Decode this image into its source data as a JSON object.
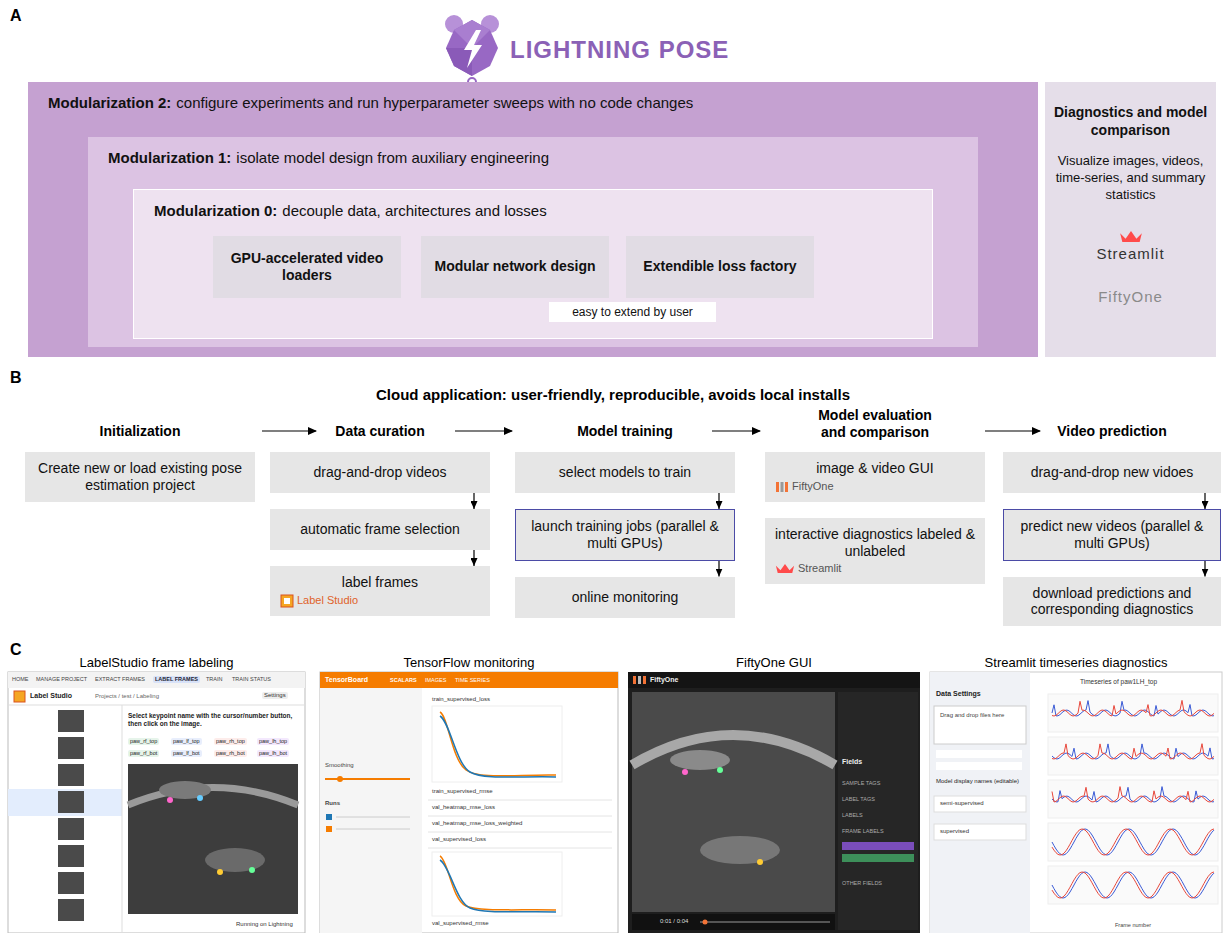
{
  "diagram": {
    "nodes": [
      {
        "text": [
          "Modularization 2:",
          "configure experiments and run hyperparameter sweeps with no code changes"
        ]
      },
      {
        "text": [
          "Modularization 1:",
          "isolate model design from auxiliary engineering"
        ],
        "in": 0
      },
      {
        "text": [
          "Modularization 0:",
          "decouple data, architectures and losses"
        ],
        "in": 1
      },
      {
        "text": [
          "GPU-accelerated video loaders"
        ],
        "in": 2
      },
      {
        "text": [
          "Modular network design"
        ],
        "in": 2
      },
      {
        "text": [
          "Extendible loss factory"
        ],
        "in": 2
      },
      {
        "text": [
          "easy to extend by user"
        ],
        "in": 2
      },
      {
        "text": [
          "Diagnostics and model comparison",
          "Visualize images, videos, time-series, and summary statistics",
          "Streamlit",
          "FiftyOne"
        ]
      },
      {
        "text": [
          "Create new or load existing pose estimation project"
        ]
      },
      {
        "text": [
          "drag-and-drop videos"
        ]
      },
      {
        "text": [
          "automatic frame selection"
        ]
      },
      {
        "text": [
          "label frames",
          "Label Studio"
        ]
      },
      {
        "text": [
          "select models to train"
        ]
      },
      {
        "text": [
          "launch training jobs (parallel & multi GPUs)"
        ]
      },
      {
        "text": [
          "online monitoring"
        ]
      },
      {
        "text": [
          "image & video GUI",
          "FiftyOne"
        ]
      },
      {
        "text": [
          "interactive diagnostics labeled & unlabeled",
          "Streamlit"
        ]
      },
      {
        "text": [
          "drag-and-drop new vidoes"
        ]
      },
      {
        "text": [
          "predict new videos (parallel & multi GPUs)"
        ]
      },
      {
        "text": [
          "download predictions and corresponding diagnostics"
        ]
      }
    ],
    "edges": [
      {
        "from": 9,
        "to": 10,
        "arrow": "to"
      },
      {
        "from": 10,
        "to": 11,
        "arrow": "to"
      },
      {
        "from": 12,
        "to": 13,
        "arrow": "to"
      },
      {
        "from": 13,
        "to": 14,
        "arrow": "to"
      },
      {
        "from": 17,
        "to": 18,
        "arrow": "to"
      },
      {
        "from": 18,
        "to": 19,
        "arrow": "to"
      }
    ],
    "labels": [
      "A",
      "LIGHTNING POSE",
      "B",
      "Cloud application: user-friendly, reproducible, avoids local installs",
      "Initialization",
      "Data curation",
      "Model training",
      "Model evaluation and comparison",
      "Video prediction",
      "C",
      "LabelStudio frame labeling",
      "TensorFlow monitoring",
      "FiftyOne GUI",
      "Streamlit timeseries diagnostics",
      "HOME",
      "MANAGE PROJECT",
      "EXTRACT FRAMES",
      "LABEL FRAMES",
      "TRAIN",
      "TRAIN STATUS",
      "Label Studio",
      "Projects / test / Labeling",
      "Settings",
      "Select keypoint name with the cursor/number button, then click on the image.",
      "paw_rf_top",
      "paw_lf_top",
      "paw_rh_top",
      "paw_lh_top",
      "paw_rf_bot",
      "paw_lf_bot",
      "paw_rh_bot",
      "paw_lh_bot",
      "Running on Lightning",
      "TensorBoard",
      "SCALARS",
      "IMAGES",
      "TIME SERIES",
      "Smoothing",
      "Runs",
      "train_supervised_loss",
      "train_supervised_rmse",
      "val_heatmap_mse_loss",
      "val_heatmap_mse_loss_weighted",
      "val_supervised_loss",
      "val_supervised_rmse",
      "FiftyOne",
      "Fields",
      "SAMPLE TAGS",
      "LABEL TAGS",
      "LABELS",
      "FRAME LABELS",
      "OTHER FIELDS",
      "0:01 / 0:04",
      "Data Settings",
      "Drag and drop files here",
      "Model display names (editable)",
      "semi-supervised",
      "supervised",
      "Timeseries of paw1LH_top",
      "Frame number"
    ]
  }
}
